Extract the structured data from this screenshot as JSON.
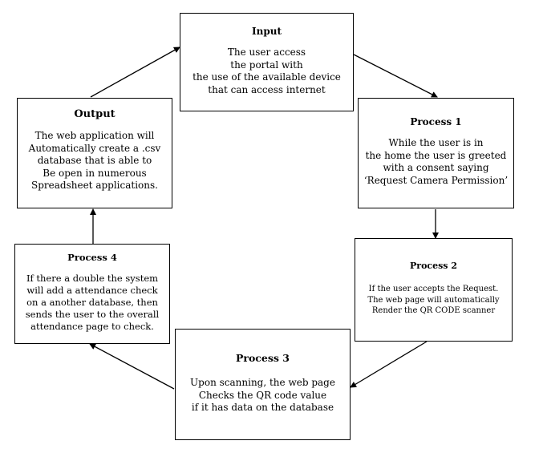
{
  "nodes": {
    "input": {
      "title": "Input",
      "body": "The user access\nthe portal with\nthe use of the available device\nthat can access internet"
    },
    "process1": {
      "title": "Process 1",
      "body": "While the user is in\nthe home the user is greeted\nwith a consent saying\n‘Request Camera Permission’"
    },
    "process2": {
      "title": "Process 2",
      "body": "If the user accepts the Request.\nThe web page will automatically\nRender the QR CODE scanner"
    },
    "process3": {
      "title": "Process 3",
      "body": "Upon scanning, the web page\nChecks the QR code value\nif it has data on the database"
    },
    "process4": {
      "title": "Process 4",
      "body": "If there a double the system\nwill add a attendance check\non a another database, then\nsends the user to the overall\nattendance page to check."
    },
    "output": {
      "title": "Output",
      "body": "The web application will\nAutomatically create a .csv\ndatabase that is able to\nBe open in numerous\nSpreadsheet applications."
    }
  }
}
